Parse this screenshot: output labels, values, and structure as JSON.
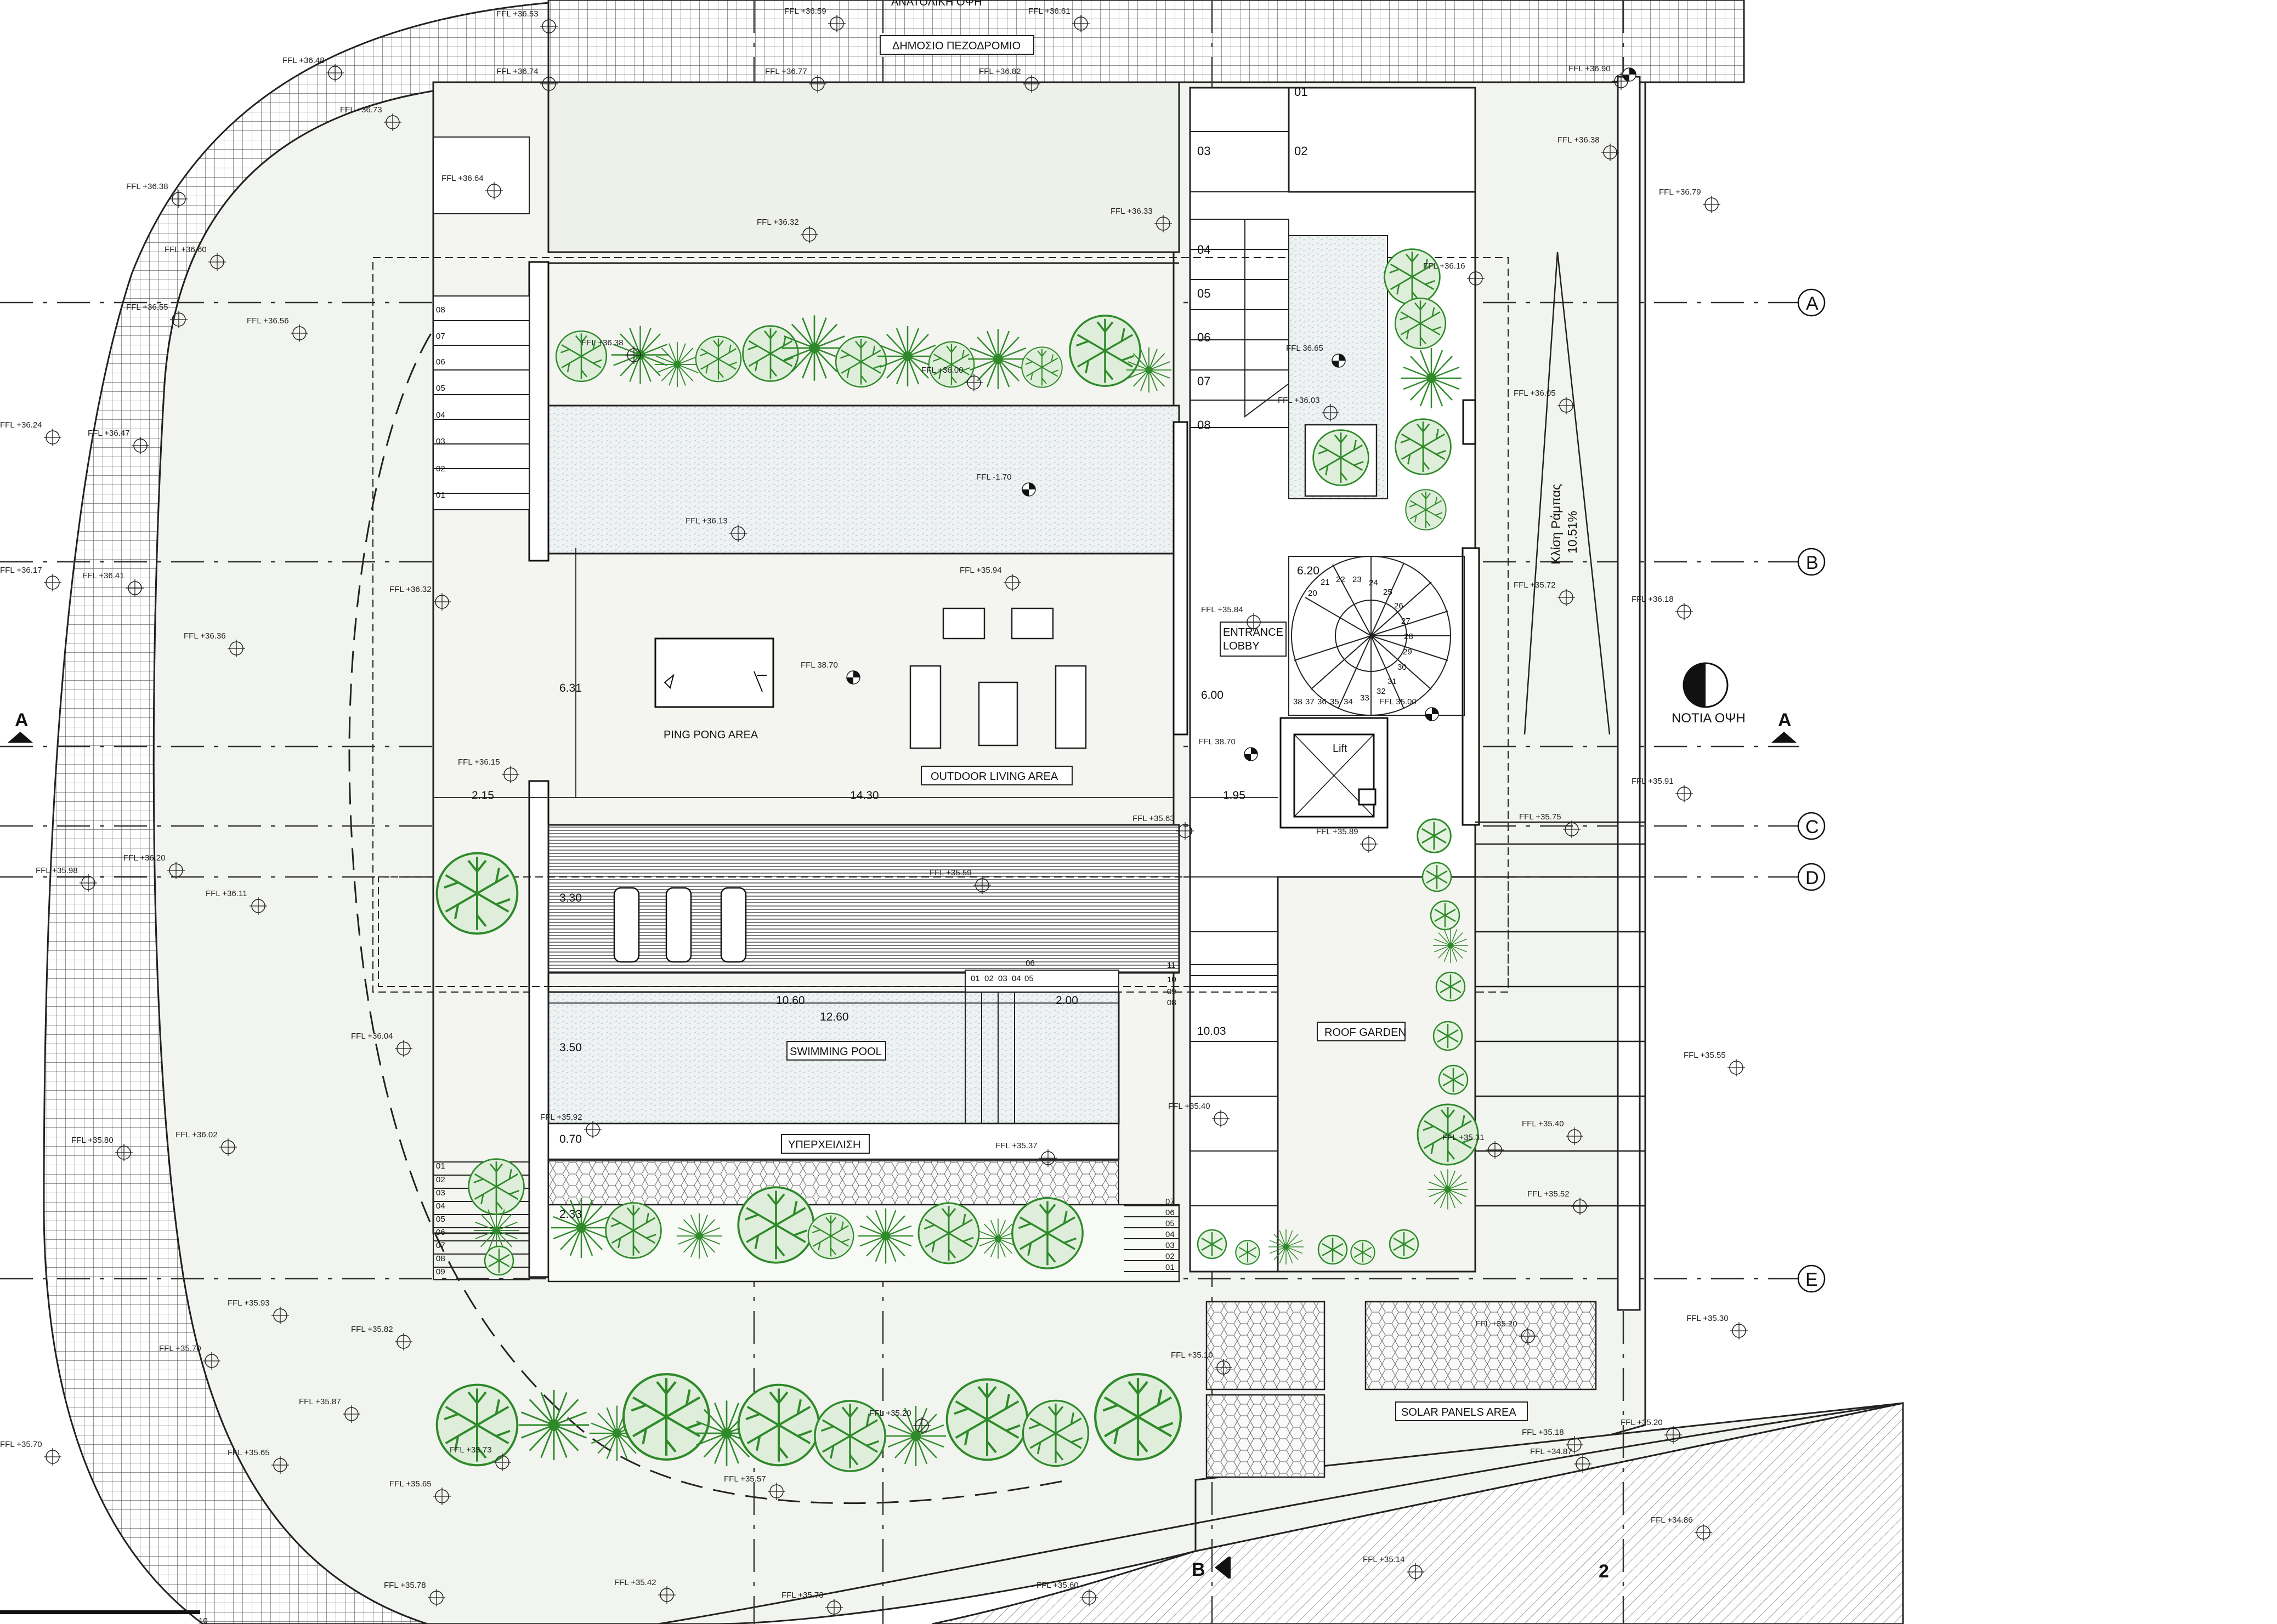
{
  "drawing": {
    "top_elevation_label": "ΑΝΑΤΟΛΙΚΗ ΟΨΗ",
    "street_label": "ΔΗΜΟΣΙΟ ΠΕΖΟΔΡΟΜΙΟ",
    "south_elevation_label": "ΝΟΤΙΑ ΟΨΗ",
    "ramp_label_1": "Κλίση Ράμπας",
    "ramp_label_2": "10.51%",
    "scale_bar_number": "10",
    "section_a": "A",
    "section_b": "B",
    "section_2": "2"
  },
  "grid_lines": [
    "A",
    "B",
    "C",
    "D",
    "E"
  ],
  "areas": {
    "ping_pong": "PING PONG AREA",
    "outdoor_living": "OUTDOOR LIVING AREA",
    "entrance_lobby_1": "ENTRANCE",
    "entrance_lobby_2": "LOBBY",
    "lift": "Lift",
    "swimming_pool": "SWIMMING POOL",
    "overflow": "ΥΠΕΡΧΕΙΛΙΣΗ",
    "roof_garden": "ROOF GARDEN",
    "solar_panels": "SOLAR PANELS AREA"
  },
  "dimensions": {
    "d1": "6.31",
    "d2": "2.15",
    "d3": "14.30",
    "d4": "6.20",
    "d5": "6.00",
    "d6": "1.95",
    "d7": "3.30",
    "d8": "10.60",
    "d9": "12.60",
    "d10": "2.00",
    "d11": "3.50",
    "d12": "0.70",
    "d13": "2.33",
    "d14": "10.03"
  },
  "levels": [
    {
      "t": "FFL +36.53"
    },
    {
      "t": "FFL +36.59"
    },
    {
      "t": "FFL +36.61"
    },
    {
      "t": "FFL +36.48"
    },
    {
      "t": "FFL +36.74"
    },
    {
      "t": "FFL +36.77"
    },
    {
      "t": "FFL +36.82"
    },
    {
      "t": "FFL +36.90"
    },
    {
      "t": "FFL +36.73"
    },
    {
      "t": "FFL +36.38"
    },
    {
      "t": "FFL +36.64"
    },
    {
      "t": "FFL +36.38"
    },
    {
      "t": "FFL +36.79"
    },
    {
      "t": "FFL +36.32"
    },
    {
      "t": "FFL +36.33"
    },
    {
      "t": "FFL +36.60"
    },
    {
      "t": "FFL +36.16"
    },
    {
      "t": "FFL +36.55"
    },
    {
      "t": "FFL +36.56"
    },
    {
      "t": "FFL +36.38"
    },
    {
      "t": "FFL 36.65"
    },
    {
      "t": "FFL +36.00"
    },
    {
      "t": "FFL +36.03"
    },
    {
      "t": "FFL +36.05"
    },
    {
      "t": "FFL +36.24"
    },
    {
      "t": "FFL +36.47"
    },
    {
      "t": "FFL -1.70"
    },
    {
      "t": "FFL +36.13"
    },
    {
      "t": "FFL +36.17"
    },
    {
      "t": "FFL +36.41"
    },
    {
      "t": "FFL +36.32"
    },
    {
      "t": "FFL +35.94"
    },
    {
      "t": "FFL +35.72"
    },
    {
      "t": "FFL +36.18"
    },
    {
      "t": "FFL +35.84"
    },
    {
      "t": "FFL +36.36"
    },
    {
      "t": "FFL 38.70"
    },
    {
      "t": "FFL 35.00"
    },
    {
      "t": "FFL 38.70"
    },
    {
      "t": "FFL +36.15"
    },
    {
      "t": "FFL +35.91"
    },
    {
      "t": "FFL +35.63"
    },
    {
      "t": "FFL +35.75"
    },
    {
      "t": "FFL +35.89"
    },
    {
      "t": "FFL +35.98"
    },
    {
      "t": "FFL +36.20"
    },
    {
      "t": "FFL +35.59"
    },
    {
      "t": "FFL +36.11"
    },
    {
      "t": "FFL +36.04"
    },
    {
      "t": "FFL +35.55"
    },
    {
      "t": "FFL +35.92"
    },
    {
      "t": "FFL +35.40"
    },
    {
      "t": "FFL +35.40"
    },
    {
      "t": "FFL +35.80"
    },
    {
      "t": "FFL +36.02"
    },
    {
      "t": "FFL +35.37"
    },
    {
      "t": "FFL +35.31"
    },
    {
      "t": "FFL +35.52"
    },
    {
      "t": "FFL +35.93"
    },
    {
      "t": "FFL +35.30"
    },
    {
      "t": "FFL +35.82"
    },
    {
      "t": "FFL +35.20"
    },
    {
      "t": "FFL +35.70"
    },
    {
      "t": "FFL +35.10"
    },
    {
      "t": "FFL +35.87"
    },
    {
      "t": "FFL +35.20"
    },
    {
      "t": "FFL +35.20"
    },
    {
      "t": "FFL +35.18"
    },
    {
      "t": "FFL +35.65"
    },
    {
      "t": "FFL +35.73"
    },
    {
      "t": "FFL +34.87"
    },
    {
      "t": "FFL +35.70"
    },
    {
      "t": "FFL +35.65"
    },
    {
      "t": "FFL +35.57"
    },
    {
      "t": "FFL +34.86"
    },
    {
      "t": "FFL +35.14"
    },
    {
      "t": "FFL +35.78"
    },
    {
      "t": "FFL +35.42"
    },
    {
      "t": "FFL +35.60"
    },
    {
      "t": "FFL +35.73"
    }
  ],
  "stairs": {
    "west_upper": [
      "08",
      "07",
      "06",
      "05",
      "04",
      "03",
      "02",
      "01"
    ],
    "east_main": [
      "01",
      "02",
      "03",
      "04",
      "05",
      "06",
      "07",
      "08"
    ],
    "spiral": [
      "20",
      "21",
      "22",
      "23",
      "24",
      "25",
      "26",
      "27",
      "28",
      "29",
      "30",
      "31",
      "32",
      "33",
      "34",
      "35",
      "36",
      "37",
      "38"
    ],
    "west_lower": [
      "01",
      "02",
      "03",
      "04",
      "05",
      "06",
      "07",
      "08",
      "09"
    ],
    "east_lower": [
      "07",
      "06",
      "05",
      "04",
      "03",
      "02",
      "01"
    ],
    "pool_steps": [
      "01",
      "02",
      "03",
      "04",
      "05",
      "06"
    ],
    "garden_steps": [
      "11",
      "10",
      "09",
      "08"
    ]
  },
  "colors": {
    "line": "#222222",
    "paving": "#f2f4ef",
    "grid_hatch": "#555555",
    "water": "#e9eef0",
    "tree": "#2f8a2a",
    "tree_fill": "#d7ead2"
  }
}
